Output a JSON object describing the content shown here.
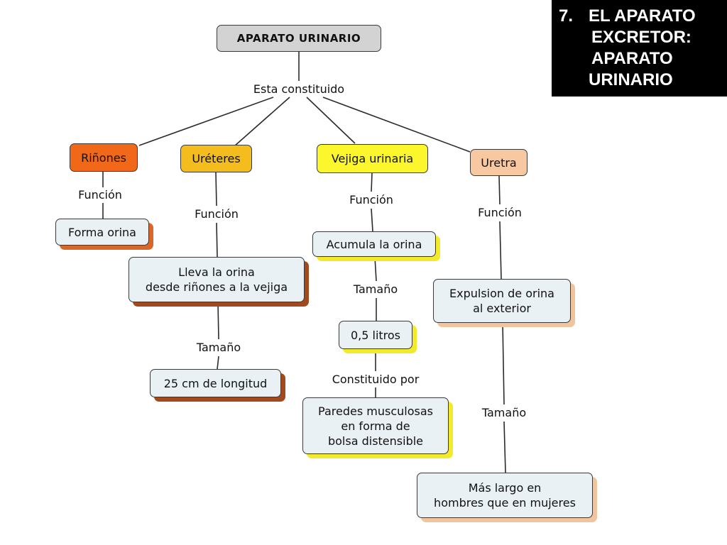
{
  "title": {
    "number": "7.",
    "lines": [
      "EL APARATO",
      "EXCRETOR:",
      "APARATO",
      "URINARIO"
    ]
  },
  "root": {
    "label": "APARATO URINARIO"
  },
  "link_root": "Esta constituido",
  "kidneys": {
    "label": "Riñones",
    "link_function": "Función",
    "function": "Forma orina"
  },
  "ureters": {
    "label": "Uréteres",
    "link_function": "Función",
    "function_lines": [
      "Lleva la orina",
      "desde riñones a la vejiga"
    ],
    "link_size": "Tamaño",
    "size": "25 cm de longitud"
  },
  "bladder": {
    "label": "Vejiga urinaria",
    "link_function": "Función",
    "function": "Acumula la orina",
    "link_size": "Tamaño",
    "size": "0,5 litros",
    "link_composition": "Constituido por",
    "composition_lines": [
      "Paredes musculosas",
      "en forma de",
      "bolsa distensible"
    ]
  },
  "urethra": {
    "label": "Uretra",
    "link_function": "Función",
    "function_lines": [
      "Expulsion de orina",
      "al exterior"
    ],
    "link_size": "Tamaño",
    "size_lines": [
      "Más largo en",
      "hombres que en mujeres"
    ]
  },
  "colors": {
    "root_fill": "#d3d3d3",
    "kidneys_fill": "#f06818",
    "ureters_fill": "#f4bc1c",
    "bladder_fill": "#fbf72c",
    "urethra_fill": "#f8c9a0",
    "box_fill": "#eaf1f5",
    "title_bg": "#000000"
  }
}
